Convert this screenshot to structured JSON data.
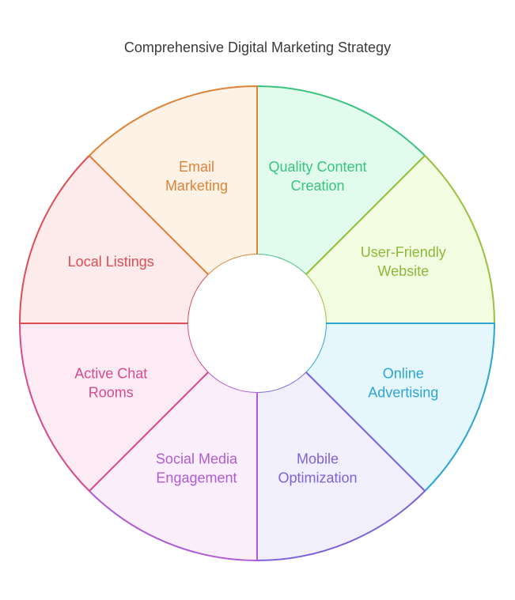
{
  "title": "Comprehensive Digital Marketing Strategy",
  "segments": [
    {
      "lines": [
        "Quality Content",
        "Creation"
      ],
      "stroke": "#3ac37f",
      "fill": "#e1fbec",
      "text": "#3ac37f"
    },
    {
      "lines": [
        "User-Friendly",
        "Website"
      ],
      "stroke": "#99c13c",
      "fill": "#f2fce0",
      "text": "#8fb83a"
    },
    {
      "lines": [
        "Online",
        "Advertising"
      ],
      "stroke": "#2ba4d6",
      "fill": "#e5f7fc",
      "text": "#2ba4d6"
    },
    {
      "lines": [
        "Mobile",
        "Optimization"
      ],
      "stroke": "#7e62db",
      "fill": "#f1effc",
      "text": "#7e62db"
    },
    {
      "lines": [
        "Social Media",
        "Engagement"
      ],
      "stroke": "#b05ad6",
      "fill": "#faeefb",
      "text": "#b05ad6"
    },
    {
      "lines": [
        "Active Chat",
        "Rooms"
      ],
      "stroke": "#d84a8f",
      "fill": "#fdebf3",
      "text": "#d84a8f"
    },
    {
      "lines": [
        "Local Listings"
      ],
      "stroke": "#dd4e55",
      "fill": "#fdeaea",
      "text": "#dd4e55"
    },
    {
      "lines": [
        "Email",
        "Marketing"
      ],
      "stroke": "#de8336",
      "fill": "#fef2e6",
      "text": "#de8336"
    }
  ]
}
